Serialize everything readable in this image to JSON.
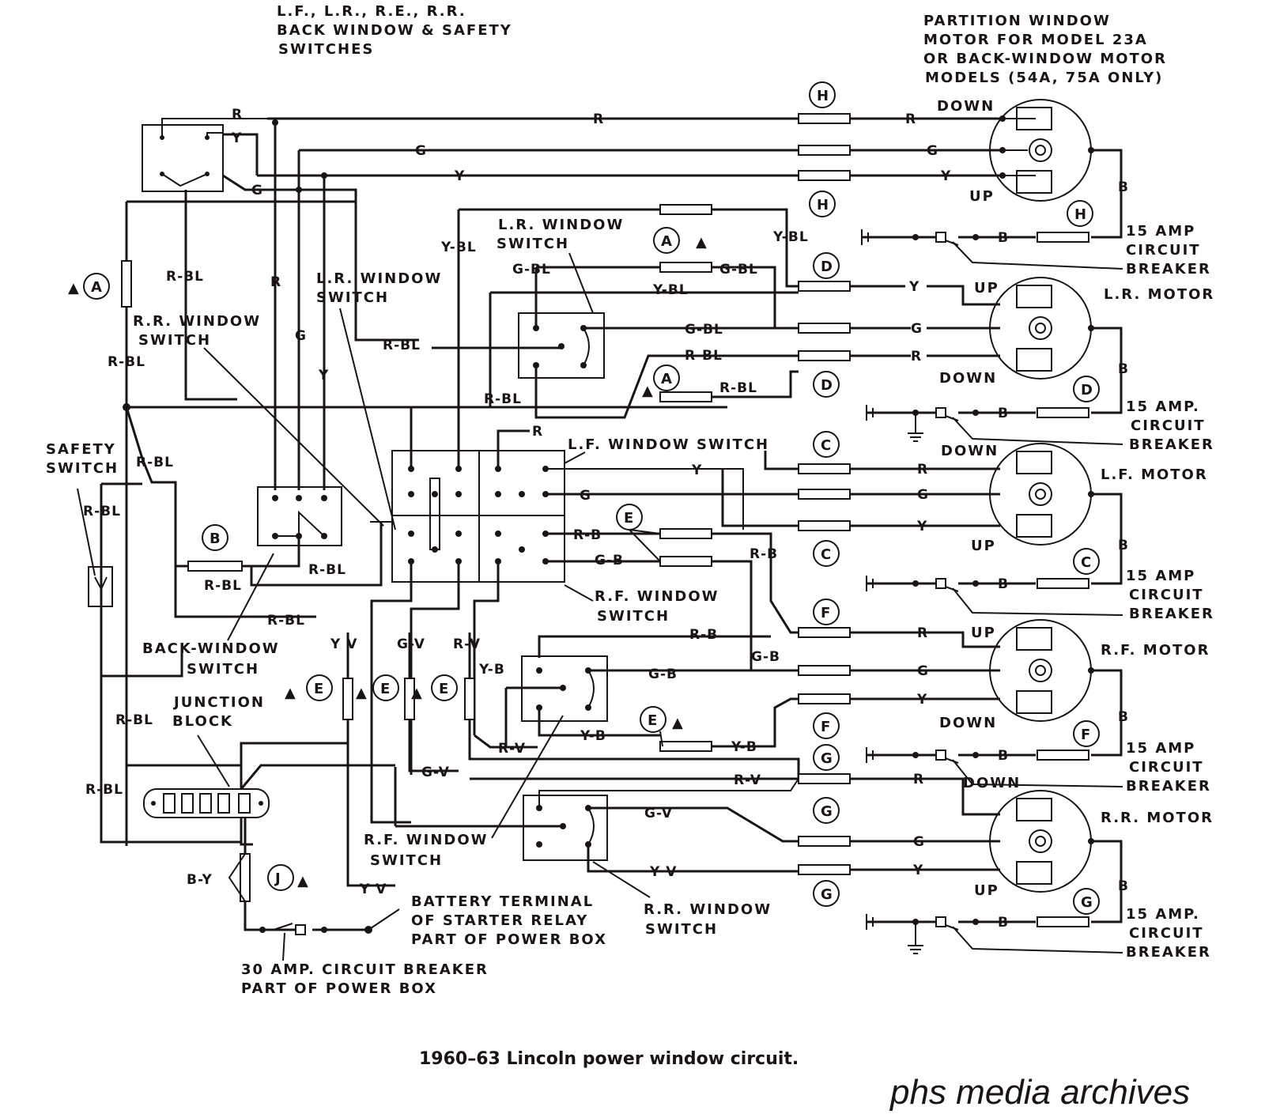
{
  "labels": {
    "switches_top": [
      "L.F., L.R., R.E., R.R.",
      "BACK WINDOW & SAFETY",
      "SWITCHES"
    ],
    "partition": [
      "PARTITION WINDOW",
      "MOTOR FOR MODEL 23A",
      "OR BACK-WINDOW MOTOR",
      "MODELS (54A, 75A ONLY)"
    ],
    "lr_window_switch_a": [
      "L.R. WINDOW",
      "SWITCH"
    ],
    "lr_window_switch_b": [
      "L.R. WINDOW",
      "SWITCH"
    ],
    "rr_window_switch_a": [
      "R.R. WINDOW",
      "SWITCH"
    ],
    "lf_window_switch": "L.F. WINDOW SWITCH",
    "rf_window_switch_a": [
      "R.F. WINDOW",
      "SWITCH"
    ],
    "rf_window_switch_b": [
      "R.F. WINDOW",
      "SWITCH"
    ],
    "rr_window_switch_b": [
      "R.R. WINDOW",
      "SWITCH"
    ],
    "safety_switch": [
      "SAFETY",
      "SWITCH"
    ],
    "back_window_switch": [
      "BACK-WINDOW",
      "SWITCH"
    ],
    "junction_block": [
      "JUNCTION",
      "BLOCK"
    ],
    "battery": [
      "BATTERY TERMINAL",
      "OF STARTER RELAY",
      "PART OF POWER BOX"
    ],
    "breaker30": [
      "30 AMP. CIRCUIT BREAKER",
      "PART OF POWER BOX"
    ],
    "lr_motor": "L.R. MOTOR",
    "lf_motor": "L.F. MOTOR",
    "rf_motor": "R.F. MOTOR",
    "rr_motor": "R.R. MOTOR",
    "cb1": [
      "15 AMP",
      "CIRCUIT",
      "BREAKER"
    ],
    "cb2": [
      "15 AMP.",
      "CIRCUIT",
      "BREAKER"
    ],
    "cb3": [
      "15 AMP",
      "CIRCUIT",
      "BREAKER"
    ],
    "cb4": [
      "15 AMP",
      "CIRCUIT",
      "BREAKER"
    ],
    "cb5": [
      "15 AMP.",
      "CIRCUIT",
      "BREAKER"
    ],
    "down": "DOWN",
    "up": "UP"
  },
  "wires": {
    "R": "R",
    "G": "G",
    "Y": "Y",
    "B": "B",
    "RBL": "R-BL",
    "YBL": "Y-BL",
    "GBL": "G-BL",
    "RB": "R-B",
    "GB": "G-B",
    "YB": "Y-B",
    "RV": "R-V",
    "GV": "G-V",
    "YV": "Y V",
    "YVb": "Y V",
    "BY": "B-Y"
  },
  "connectors": {
    "H": "H",
    "A": "A",
    "D": "D",
    "C": "C",
    "E": "E",
    "F": "F",
    "G": "G",
    "B": "B",
    "J": "J"
  },
  "caption": "1960–63 Lincoln power window circuit.",
  "watermark": "phs media archives"
}
